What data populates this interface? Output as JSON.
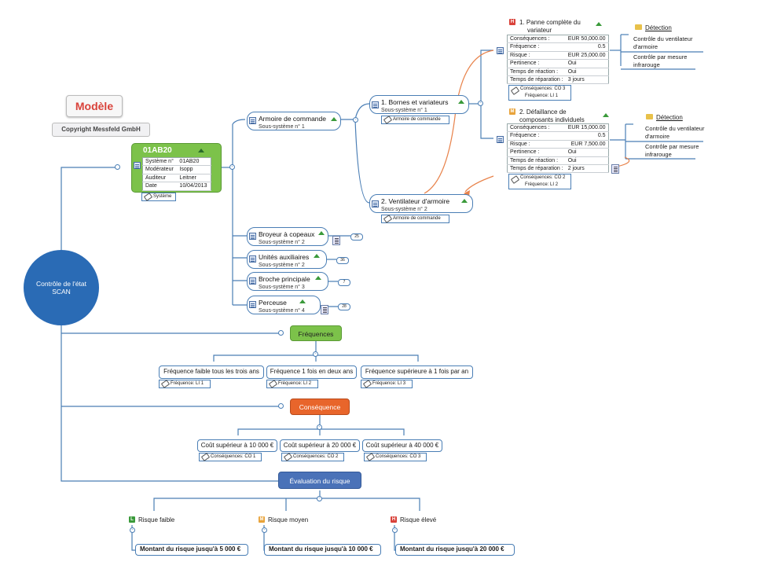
{
  "model": {
    "title": "Modèle",
    "copyright": "Copyright Messfeld GmbH"
  },
  "root": {
    "line1": "Contrôle de l'état",
    "line2": "SCAN"
  },
  "system": {
    "id": "01AB20",
    "rows": [
      {
        "k": "Système n°",
        "v": "01AB20"
      },
      {
        "k": "Modérateur",
        "v": "Isopp"
      },
      {
        "k": "Auditeur",
        "v": "Leitner"
      },
      {
        "k": "Date",
        "v": "10/04/2013"
      }
    ],
    "tag": "Système"
  },
  "subsystems": [
    {
      "title": "Armoire de commande",
      "sub": "Sous-système n°  1"
    },
    {
      "title": "Broyeur à copeaux",
      "sub": "Sous-système n°  2",
      "badge": "25"
    },
    {
      "title": "Unités auxiliaires",
      "sub": "Sous-système n°  2",
      "badge": "36"
    },
    {
      "title": "Broche principale",
      "sub": "Sous-système n°  3",
      "badge": "7"
    },
    {
      "title": "Perceuse",
      "sub": "Sous-système n°  4",
      "badge": "28"
    }
  ],
  "components": [
    {
      "title": "1. Bornes et variateurs",
      "sub": "Sous-système n°  1",
      "tag": "Armoire de commande"
    },
    {
      "title": "2. Ventilateur d'armoire",
      "sub": "Sous-système n°  2",
      "tag": "Armoire de commande"
    }
  ],
  "failures": [
    {
      "prio": "H",
      "prio_color": "#d9423a",
      "title1": "1. Panne complète du",
      "title2": "variateur",
      "rows": [
        {
          "k": "Conséquences :",
          "v": "EUR 50,000.00"
        },
        {
          "k": "Fréquence :",
          "v": "0.5"
        },
        {
          "k": "Risque :",
          "v": "EUR 25,000.00"
        },
        {
          "k": "Pertinence :",
          "v": "Oui"
        },
        {
          "k": "Temps de réaction :",
          "v": "Oui"
        },
        {
          "k": "Temps de réparation :",
          "v": "3 jours"
        }
      ],
      "tag1": "Conséquences: CO 3",
      "tag2": "Fréquence: LI 1",
      "detection_title": "Détection",
      "detections": [
        "Contrôle du ventilateur d'armoire",
        "Contrôle par mesure infrarouge"
      ]
    },
    {
      "prio": "M",
      "prio_color": "#e8a33a",
      "title1": "2. Défaillance de",
      "title2": "composants individuels",
      "rows": [
        {
          "k": "Conséquences :",
          "v": "EUR 15,000.00"
        },
        {
          "k": "Fréquence :",
          "v": "0.5"
        },
        {
          "k": "Risque :",
          "v": "EUR 7,500.00"
        },
        {
          "k": "Pertinence :",
          "v": "Oui"
        },
        {
          "k": "Temps de réaction :",
          "v": "Oui"
        },
        {
          "k": "Temps de réparation :",
          "v": "2 jours"
        }
      ],
      "tag1": "Conséquences: CO 2",
      "tag2": "Fréquence: LI 2",
      "detection_title": "Détection",
      "detections": [
        "Contrôle du ventilateur d'armoire",
        "Contrôle par mesure infrarouge"
      ]
    }
  ],
  "frequencies": {
    "label": "Fréquences",
    "color": "#7cc24a",
    "items": [
      {
        "label": "Fréquence faible tous les trois ans",
        "tag": "Fréquence: LI 1"
      },
      {
        "label": "Fréquence 1 fois en deux ans",
        "tag": "Fréquence: LI 2"
      },
      {
        "label": "Fréquence supérieure à 1 fois par an",
        "tag": "Fréquence: LI 3"
      }
    ]
  },
  "consequence": {
    "label": "Conséquence",
    "color": "#e8652b",
    "items": [
      {
        "label": "Coût supérieur à 10 000 €",
        "tag": "Conséquences: CO 1"
      },
      {
        "label": "Coût supérieur à 20 000 €",
        "tag": "Conséquences: CO 2"
      },
      {
        "label": "Coût supérieur à 40 000 €",
        "tag": "Conséquences: CO 3"
      }
    ]
  },
  "risk": {
    "label": "Évaluation du risque",
    "color": "#4a72b8",
    "items": [
      {
        "prio": "L",
        "color": "#3a9a3a",
        "label": "Risque faible",
        "amount": "Montant du risque jusqu'à 5 000 €"
      },
      {
        "prio": "M",
        "color": "#e8a33a",
        "label": "Risque moyen",
        "amount": "Montant du risque jusqu'à 10 000 €"
      },
      {
        "prio": "H",
        "color": "#d9423a",
        "label": "Risque élevé",
        "amount": "Montant du risque jusqu'à 20 000 €"
      }
    ]
  }
}
